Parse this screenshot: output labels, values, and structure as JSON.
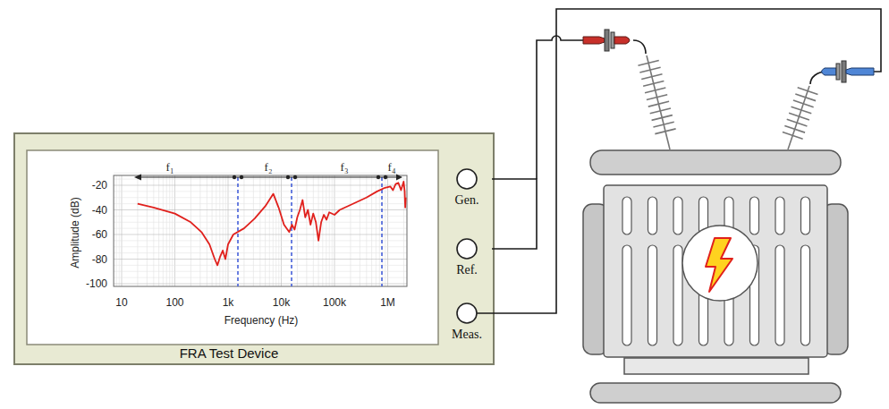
{
  "diagram": {
    "nodes": [
      {
        "text": [
          "FRA Test Device"
        ]
      },
      {
        "text": [
          "Gen."
        ],
        "in": 0
      },
      {
        "text": [
          "Ref."
        ],
        "in": 0
      },
      {
        "text": [
          "Meas."
        ],
        "in": 0
      }
    ],
    "edges": [
      {
        "from": 1,
        "to": 2,
        "arrow": "none"
      }
    ],
    "labels": [
      "-20",
      "-40",
      "-60",
      "-80",
      "-100",
      "10",
      "100",
      "1k",
      "10k",
      "100k",
      "1M",
      "Amplitude (dB)",
      "Frequency (Hz)",
      "f₁",
      "f₂",
      "f₃",
      "f₄"
    ]
  }
}
